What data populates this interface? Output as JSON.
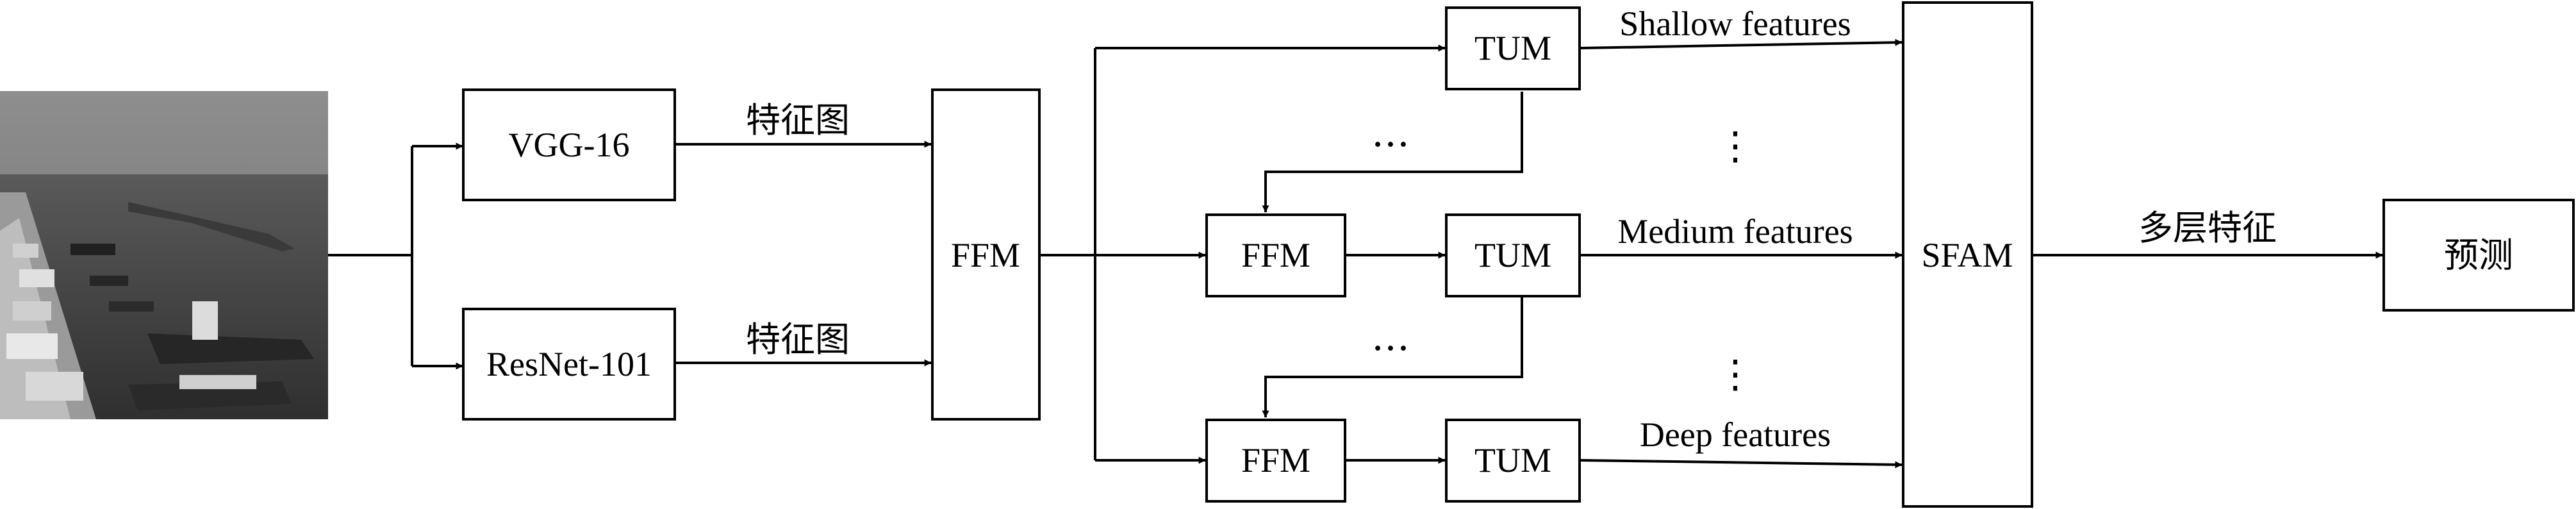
{
  "input_image": {
    "icon": "harbor-photo-icon"
  },
  "backbones": {
    "vgg": "VGG-16",
    "resnet": "ResNet-101"
  },
  "feature_map_label": "特征图",
  "ffm": "FFM",
  "tum": "TUM",
  "sfam": "SFAM",
  "features": {
    "shallow": "Shallow features",
    "medium": "Medium features",
    "deep": "Deep features"
  },
  "multi_level_label": "多层特征",
  "prediction": "预测",
  "ellipsis_h": "…",
  "ellipsis_v": "⋮"
}
